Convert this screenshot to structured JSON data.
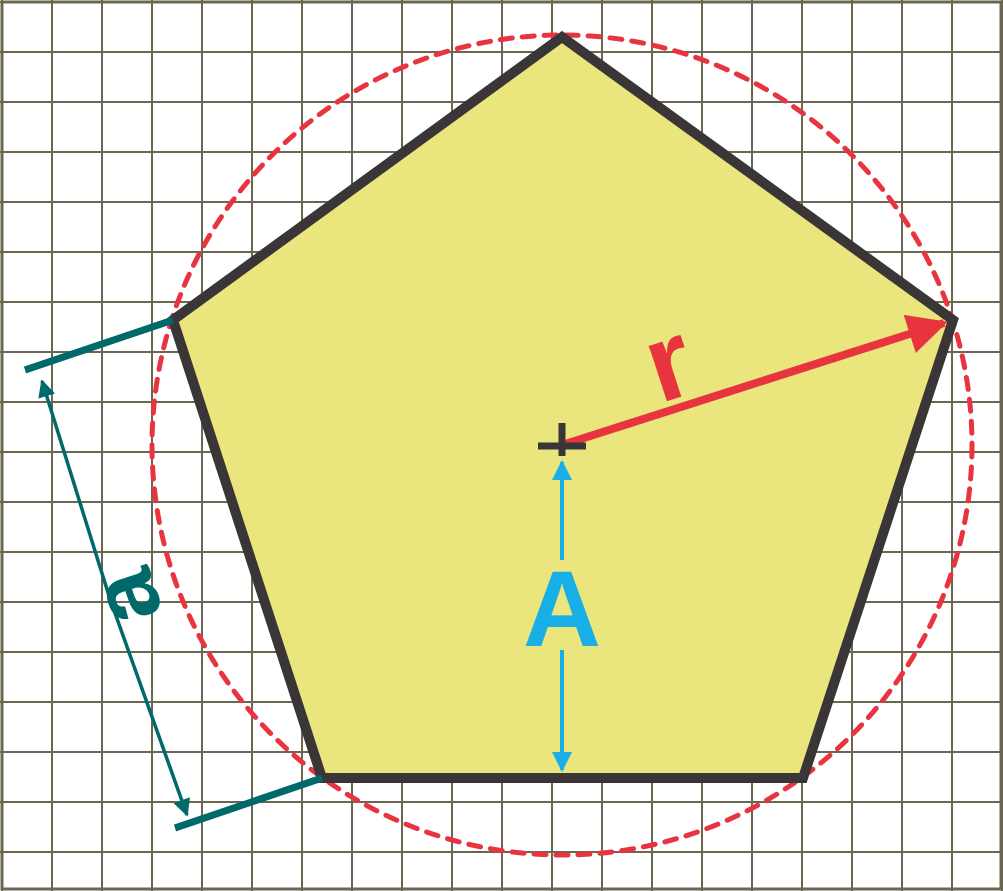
{
  "labels": {
    "side": "a",
    "circumradius": "r",
    "apothem": "A"
  },
  "colors": {
    "background": "#ffffff",
    "grid": "#6b6650",
    "pentagon_fill": "#ebe57e",
    "pentagon_stroke": "#3a3536",
    "circle": "#e8343f",
    "radius_arrow": "#e8343f",
    "apothem_arrow": "#18aee6",
    "side_dimension": "#00696a",
    "center_mark": "#3a3536"
  },
  "icons": {
    "center": "center-cross-icon"
  }
}
